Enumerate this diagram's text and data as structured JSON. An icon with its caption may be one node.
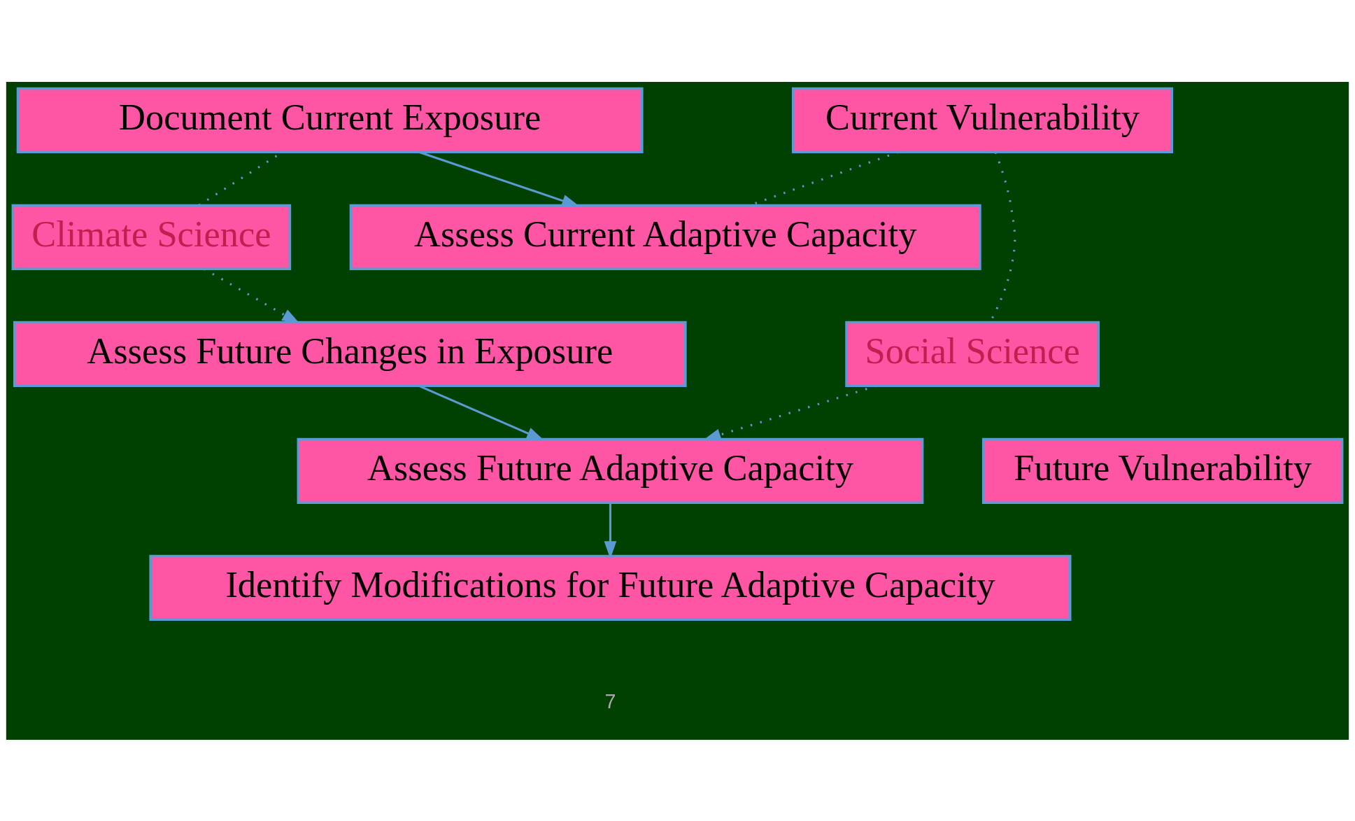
{
  "diagram": {
    "nodes": [
      {
        "text": [
          "Document Current Exposure"
        ]
      },
      {
        "text": [
          "Climate Science"
        ]
      },
      {
        "text": [
          "Assess Current Adaptive Capacity"
        ]
      },
      {
        "text": [
          "Current Vulnerability"
        ]
      },
      {
        "text": [
          "Assess Future Changes in Exposure"
        ]
      },
      {
        "text": [
          "Social Science"
        ]
      },
      {
        "text": [
          "Future Vulnerability"
        ]
      },
      {
        "text": [
          "Assess Future Adaptive Capacity"
        ]
      },
      {
        "text": [
          "Identify Modifications for Future Adaptive Capacity"
        ]
      }
    ],
    "edges": [
      {
        "from": 0,
        "to": 2,
        "arrow": "to"
      },
      {
        "from": 1,
        "to": 0,
        "arrow": "none",
        "style": "dashed"
      },
      {
        "from": 1,
        "to": 4,
        "arrow": "to",
        "style": "dashed"
      },
      {
        "from": 3,
        "to": 2,
        "arrow": "none",
        "style": "dashed"
      },
      {
        "from": 3,
        "to": 5,
        "arrow": "none",
        "style": "dashed"
      },
      {
        "from": 4,
        "to": 7,
        "arrow": "to"
      },
      {
        "from": 5,
        "to": 7,
        "arrow": "to",
        "style": "dashed"
      },
      {
        "from": 7,
        "to": 8,
        "arrow": "to"
      }
    ],
    "labels": [
      "7"
    ]
  }
}
